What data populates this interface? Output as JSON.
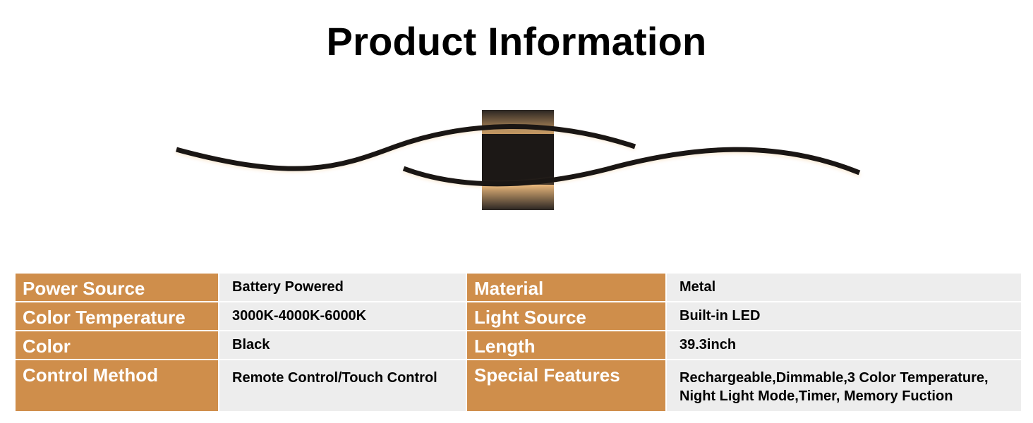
{
  "title": "Product Information",
  "product_image": {
    "name": "wave-wall-lamp",
    "color": "#1a1614",
    "glow": "#f4c58a"
  },
  "accent_color": "#cf8e4b",
  "specs": [
    {
      "label_left": "Power Source",
      "value_left": "Battery Powered",
      "label_right": "Material",
      "value_right": "Metal"
    },
    {
      "label_left": "Color Temperature",
      "value_left": "3000K-4000K-6000K",
      "label_right": "Light Source",
      "value_right": "Built-in LED"
    },
    {
      "label_left": "Color",
      "value_left": "Black",
      "label_right": "Length",
      "value_right": "39.3inch"
    },
    {
      "label_left": "Control Method",
      "value_left": "Remote Control/Touch Control",
      "label_right": "Special Features",
      "value_right_line1": "Rechargeable,Dimmable,3 Color Temperature,",
      "value_right_line2": "Night Light Mode,Timer, Memory Fuction"
    }
  ]
}
